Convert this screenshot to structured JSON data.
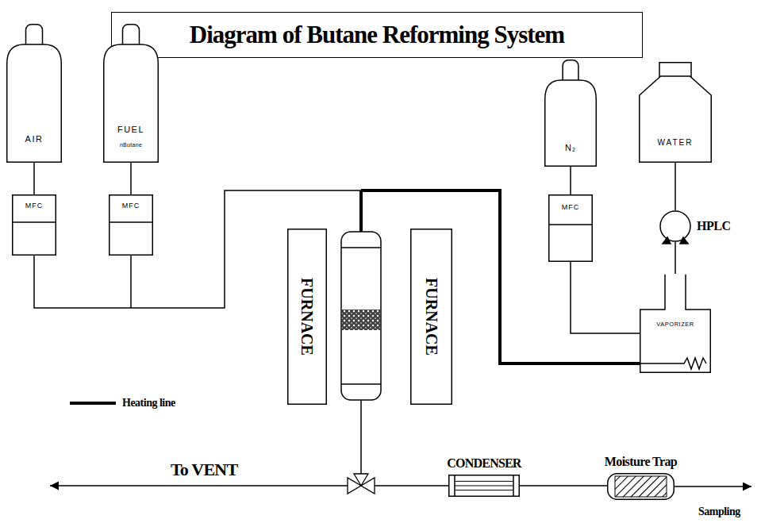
{
  "diagram": {
    "title": "Diagram of Butane Reforming System",
    "nodes": [
      {
        "text": [
          "AIR"
        ]
      },
      {
        "text": [
          "FUEL",
          "nButane"
        ]
      },
      {
        "text": [
          "N₂"
        ]
      },
      {
        "text": [
          "WATER"
        ]
      },
      {
        "text": [
          "MFC"
        ]
      },
      {
        "text": [
          "MFC"
        ]
      },
      {
        "text": [
          "MFC"
        ]
      },
      {
        "text": [
          "HPLC"
        ]
      },
      {
        "text": [
          "FURNACE"
        ]
      },
      {
        "text": [
          "FURNACE"
        ]
      },
      {
        "text": [
          "VAPORIZER"
        ]
      },
      {
        "text": [
          "CONDENSER"
        ]
      },
      {
        "text": [
          "Moisture Trap"
        ]
      }
    ],
    "edges": [
      {
        "from": 0,
        "to": 4,
        "arrow": "none"
      },
      {
        "from": 1,
        "to": 5,
        "arrow": "none"
      },
      {
        "from": 2,
        "to": 6,
        "arrow": "none"
      },
      {
        "from": 3,
        "to": 7,
        "arrow": "none"
      },
      {
        "from": 7,
        "to": 10,
        "arrow": "none"
      },
      {
        "from": 6,
        "to": 10,
        "arrow": "none"
      },
      {
        "from": 11,
        "to": 12,
        "arrow": "none"
      }
    ],
    "labels": [
      "To VENT",
      "Sampling"
    ],
    "legend": [
      {
        "text": "Heating line"
      }
    ]
  }
}
